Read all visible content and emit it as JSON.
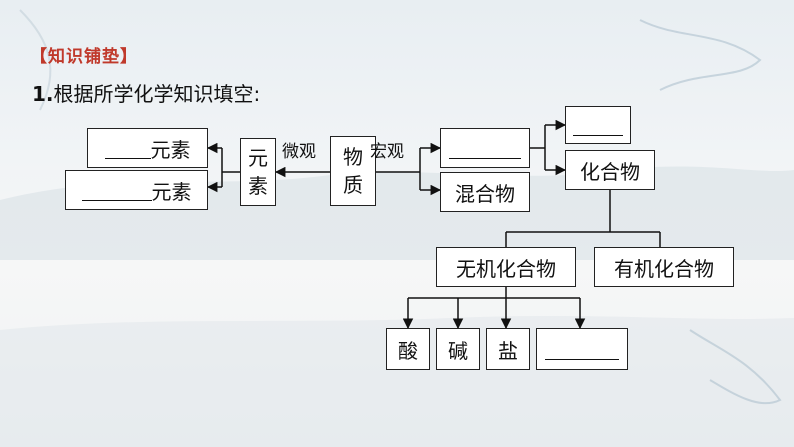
{
  "header": {
    "title": "【知识铺垫】"
  },
  "question": {
    "number": "1.",
    "text": "根据所学化学知识填空:"
  },
  "diagram": {
    "element_suffix": "元素",
    "element_box_lines": [
      "元",
      "素"
    ],
    "matter_box_lines": [
      "物",
      "质"
    ],
    "micro_label": "微观",
    "macro_label": "宏观",
    "mixture": "混合物",
    "compound": "化合物",
    "inorganic_compound": "无机化合物",
    "organic_compound": "有机化合物",
    "acid": "酸",
    "base": "碱",
    "salt": "盐"
  }
}
